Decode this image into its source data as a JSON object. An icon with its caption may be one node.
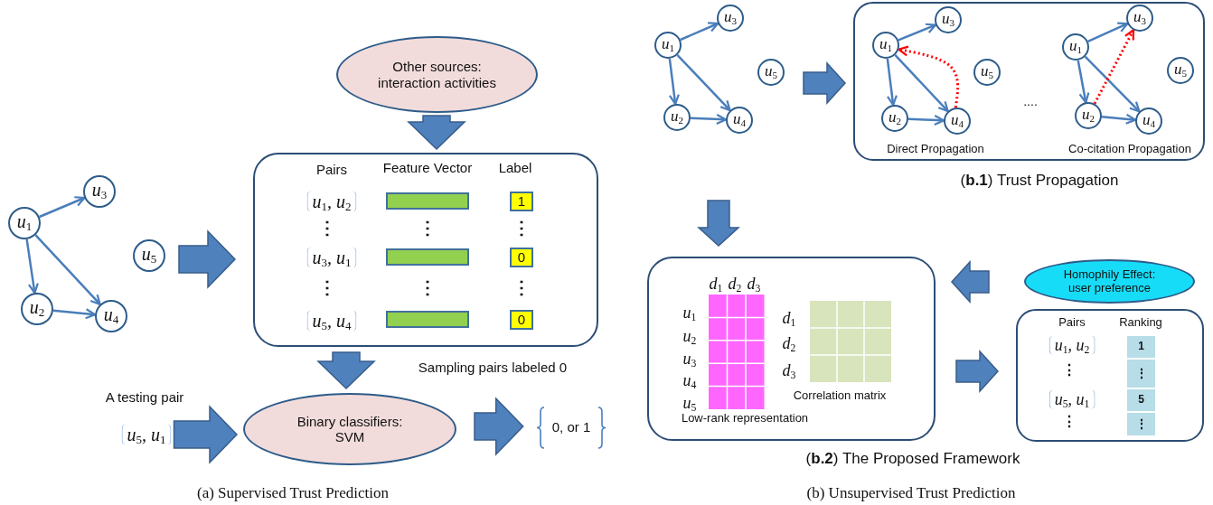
{
  "diagram": {
    "nodes": [
      {
        "text": [
          "u$_{1}$"
        ]
      },
      {
        "text": [
          "u$_{3}$"
        ]
      },
      {
        "text": [
          "u$_{2}$"
        ]
      },
      {
        "text": [
          "u$_{4}$"
        ]
      },
      {
        "text": [
          "u$_{5}$"
        ]
      },
      {
        "text": [
          "Other sources: interaction activities"
        ]
      },
      {
        "text": [
          "Pairs",
          "Feature Vector",
          "Label",
          "u$_{1}$, u$_{2}$",
          "⋮",
          "⋮",
          "⋮",
          "u$_{3}$, u$_{1}$",
          "⋮",
          "⋮",
          "⋮",
          "u$_{5}$, u$_{4}$"
        ]
      },
      {
        "text": [],
        "shape": "bar",
        "in": 6
      },
      {
        "text": [
          "1"
        ],
        "in": 6
      },
      {
        "text": [],
        "shape": "bar",
        "in": 6
      },
      {
        "text": [
          "0"
        ],
        "in": 6
      },
      {
        "text": [],
        "shape": "bar",
        "in": 6
      },
      {
        "text": [
          "0"
        ],
        "in": 6
      },
      {
        "text": [
          "u$_{5}$, u$_{1}$"
        ],
        "beside": [
          "A testing pair"
        ]
      },
      {
        "text": [
          "Binary classifiers: SVM"
        ]
      },
      {
        "text": [
          "0, or 1"
        ]
      },
      {
        "text": [
          "u$_{1}$"
        ]
      },
      {
        "text": [
          "u$_{3}$"
        ]
      },
      {
        "text": [
          "u$_{5}$"
        ]
      },
      {
        "text": [
          "u$_{2}$"
        ]
      },
      {
        "text": [
          "u$_{4}$"
        ]
      },
      {
        "text": [
          "Direct Propagation",
          "....",
          "Co-citation Propagation"
        ]
      },
      {
        "text": [
          "u$_{1}$"
        ],
        "in": 21
      },
      {
        "text": [
          "u$_{3}$"
        ],
        "in": 21
      },
      {
        "text": [
          "u$_{5}$"
        ],
        "in": 21
      },
      {
        "text": [
          "u$_{2}$"
        ],
        "in": 21
      },
      {
        "text": [
          "u$_{4}$"
        ],
        "in": 21
      },
      {
        "text": [
          "u$_{1}$"
        ],
        "in": 21
      },
      {
        "text": [
          "u$_{3}$"
        ],
        "in": 21
      },
      {
        "text": [
          "u$_{5}$"
        ],
        "in": 21
      },
      {
        "text": [
          "u$_{2}$"
        ],
        "in": 21
      },
      {
        "text": [
          "u$_{4}$"
        ],
        "in": 21
      },
      {
        "text": [
          "d$_{1}$",
          "d$_{2}$",
          "d$_{3}$",
          "u$_{1}$",
          "u$_{2}$",
          "u$_{3}$",
          "u$_{4}$",
          "u$_{5}$",
          "d$_{1}$",
          "d$_{2}$",
          "d$_{3}$",
          "Correlation matrix",
          "Low-rank representation"
        ]
      },
      {
        "text": [
          "Homophily Effect: user preference"
        ]
      },
      {
        "text": [
          "Pairs",
          "Ranking",
          "u$_{1}$, u$_{2}$",
          "⋮",
          "u$_{5}$, u$_{1}$",
          "⋮"
        ]
      },
      {
        "text": [
          "1"
        ],
        "in": 34
      },
      {
        "text": [
          "⋮"
        ],
        "in": 34
      },
      {
        "text": [
          "5"
        ],
        "in": 34
      },
      {
        "text": [
          "⋮"
        ],
        "in": 34
      }
    ],
    "edges": [
      {
        "from": 0,
        "to": 1,
        "arrow": "to"
      },
      {
        "from": 0,
        "to": 2,
        "arrow": "to"
      },
      {
        "from": 0,
        "to": 3,
        "arrow": "to"
      },
      {
        "from": 2,
        "to": 3,
        "arrow": "to"
      },
      {
        "from": 5,
        "to": 6,
        "arrow": "to",
        "style": "thick"
      },
      {
        "from": null,
        "to": 6,
        "arrow": "to",
        "style": "thick"
      },
      {
        "from": 6,
        "to": 14,
        "arrow": "to",
        "style": "thick"
      },
      {
        "from": 13,
        "to": 14,
        "arrow": "to",
        "style": "thick"
      },
      {
        "from": 14,
        "to": 15,
        "arrow": "to",
        "style": "thick"
      },
      {
        "from": 16,
        "to": 17,
        "arrow": "to"
      },
      {
        "from": 16,
        "to": 19,
        "arrow": "to"
      },
      {
        "from": 16,
        "to": 20,
        "arrow": "to"
      },
      {
        "from": 19,
        "to": 20,
        "arrow": "to"
      },
      {
        "from": null,
        "to": 21,
        "arrow": "to",
        "style": "thick"
      },
      {
        "from": 22,
        "to": 23,
        "arrow": "to"
      },
      {
        "from": 22,
        "to": 25,
        "arrow": "to"
      },
      {
        "from": 22,
        "to": 26,
        "arrow": "to"
      },
      {
        "from": 25,
        "to": 26,
        "arrow": "to"
      },
      {
        "from": 26,
        "to": 22,
        "arrow": "to",
        "style": "dashed",
        "color": "#ff0000"
      },
      {
        "from": 27,
        "to": 28,
        "arrow": "to"
      },
      {
        "from": 27,
        "to": 30,
        "arrow": "to"
      },
      {
        "from": 27,
        "to": 31,
        "arrow": "to"
      },
      {
        "from": 30,
        "to": 31,
        "arrow": "to"
      },
      {
        "from": 30,
        "to": 28,
        "arrow": "to",
        "style": "dashed",
        "color": "#ff0000"
      },
      {
        "from": null,
        "to": 32,
        "arrow": "to",
        "style": "thick"
      },
      {
        "from": 33,
        "to": 32,
        "arrow": "to",
        "style": "thick"
      },
      {
        "from": 32,
        "to": 34,
        "arrow": "to",
        "style": "thick"
      }
    ],
    "labels": [
      "(**b.1**) Trust Propagation",
      "Sampling pairs labeled 0",
      "(**b.2**) The Proposed Framework",
      "(a) Supervised Trust Prediction",
      "(b) Unsupervised Trust Prediction"
    ]
  }
}
